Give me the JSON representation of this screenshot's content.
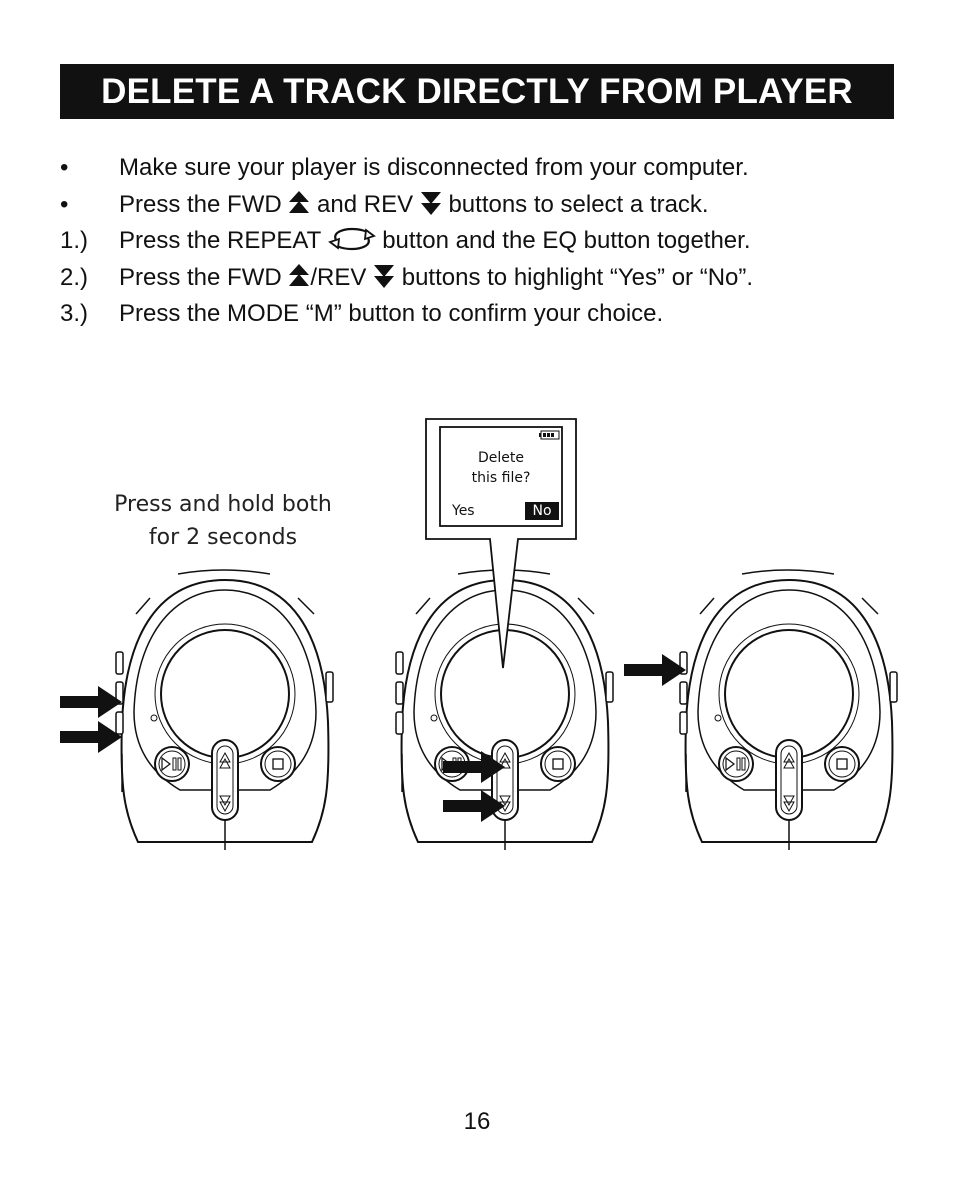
{
  "title": "DELETE A TRACK DIRECTLY FROM PLAYER",
  "steps": [
    {
      "marker": "•",
      "parts": [
        "Make sure your player is disconnected from your computer."
      ]
    },
    {
      "marker": "•",
      "parts": [
        "Press the FWD",
        "and REV",
        "buttons to select a track."
      ]
    },
    {
      "marker": "1.)",
      "parts": [
        "Press the REPEAT",
        "button and the EQ button together."
      ]
    },
    {
      "marker": "2.)",
      "parts": [
        "Press the FWD",
        "/REV",
        "buttons to highlight “Yes” or “No”."
      ]
    },
    {
      "marker": "3.)",
      "parts": [
        "Press the MODE “M” button to confirm your choice."
      ]
    }
  ],
  "icons": {
    "fwd": "fwd-up-arrow-icon",
    "rev": "rev-down-arrow-icon",
    "repeat": "repeat-icon",
    "arrow": "pointer-arrow-icon"
  },
  "caption": {
    "line1": "Press and hold both",
    "line2": "for 2 seconds"
  },
  "screen": {
    "line1": "Delete",
    "line2": "this file?",
    "yes": "Yes",
    "no": "No"
  },
  "page_number": "16"
}
